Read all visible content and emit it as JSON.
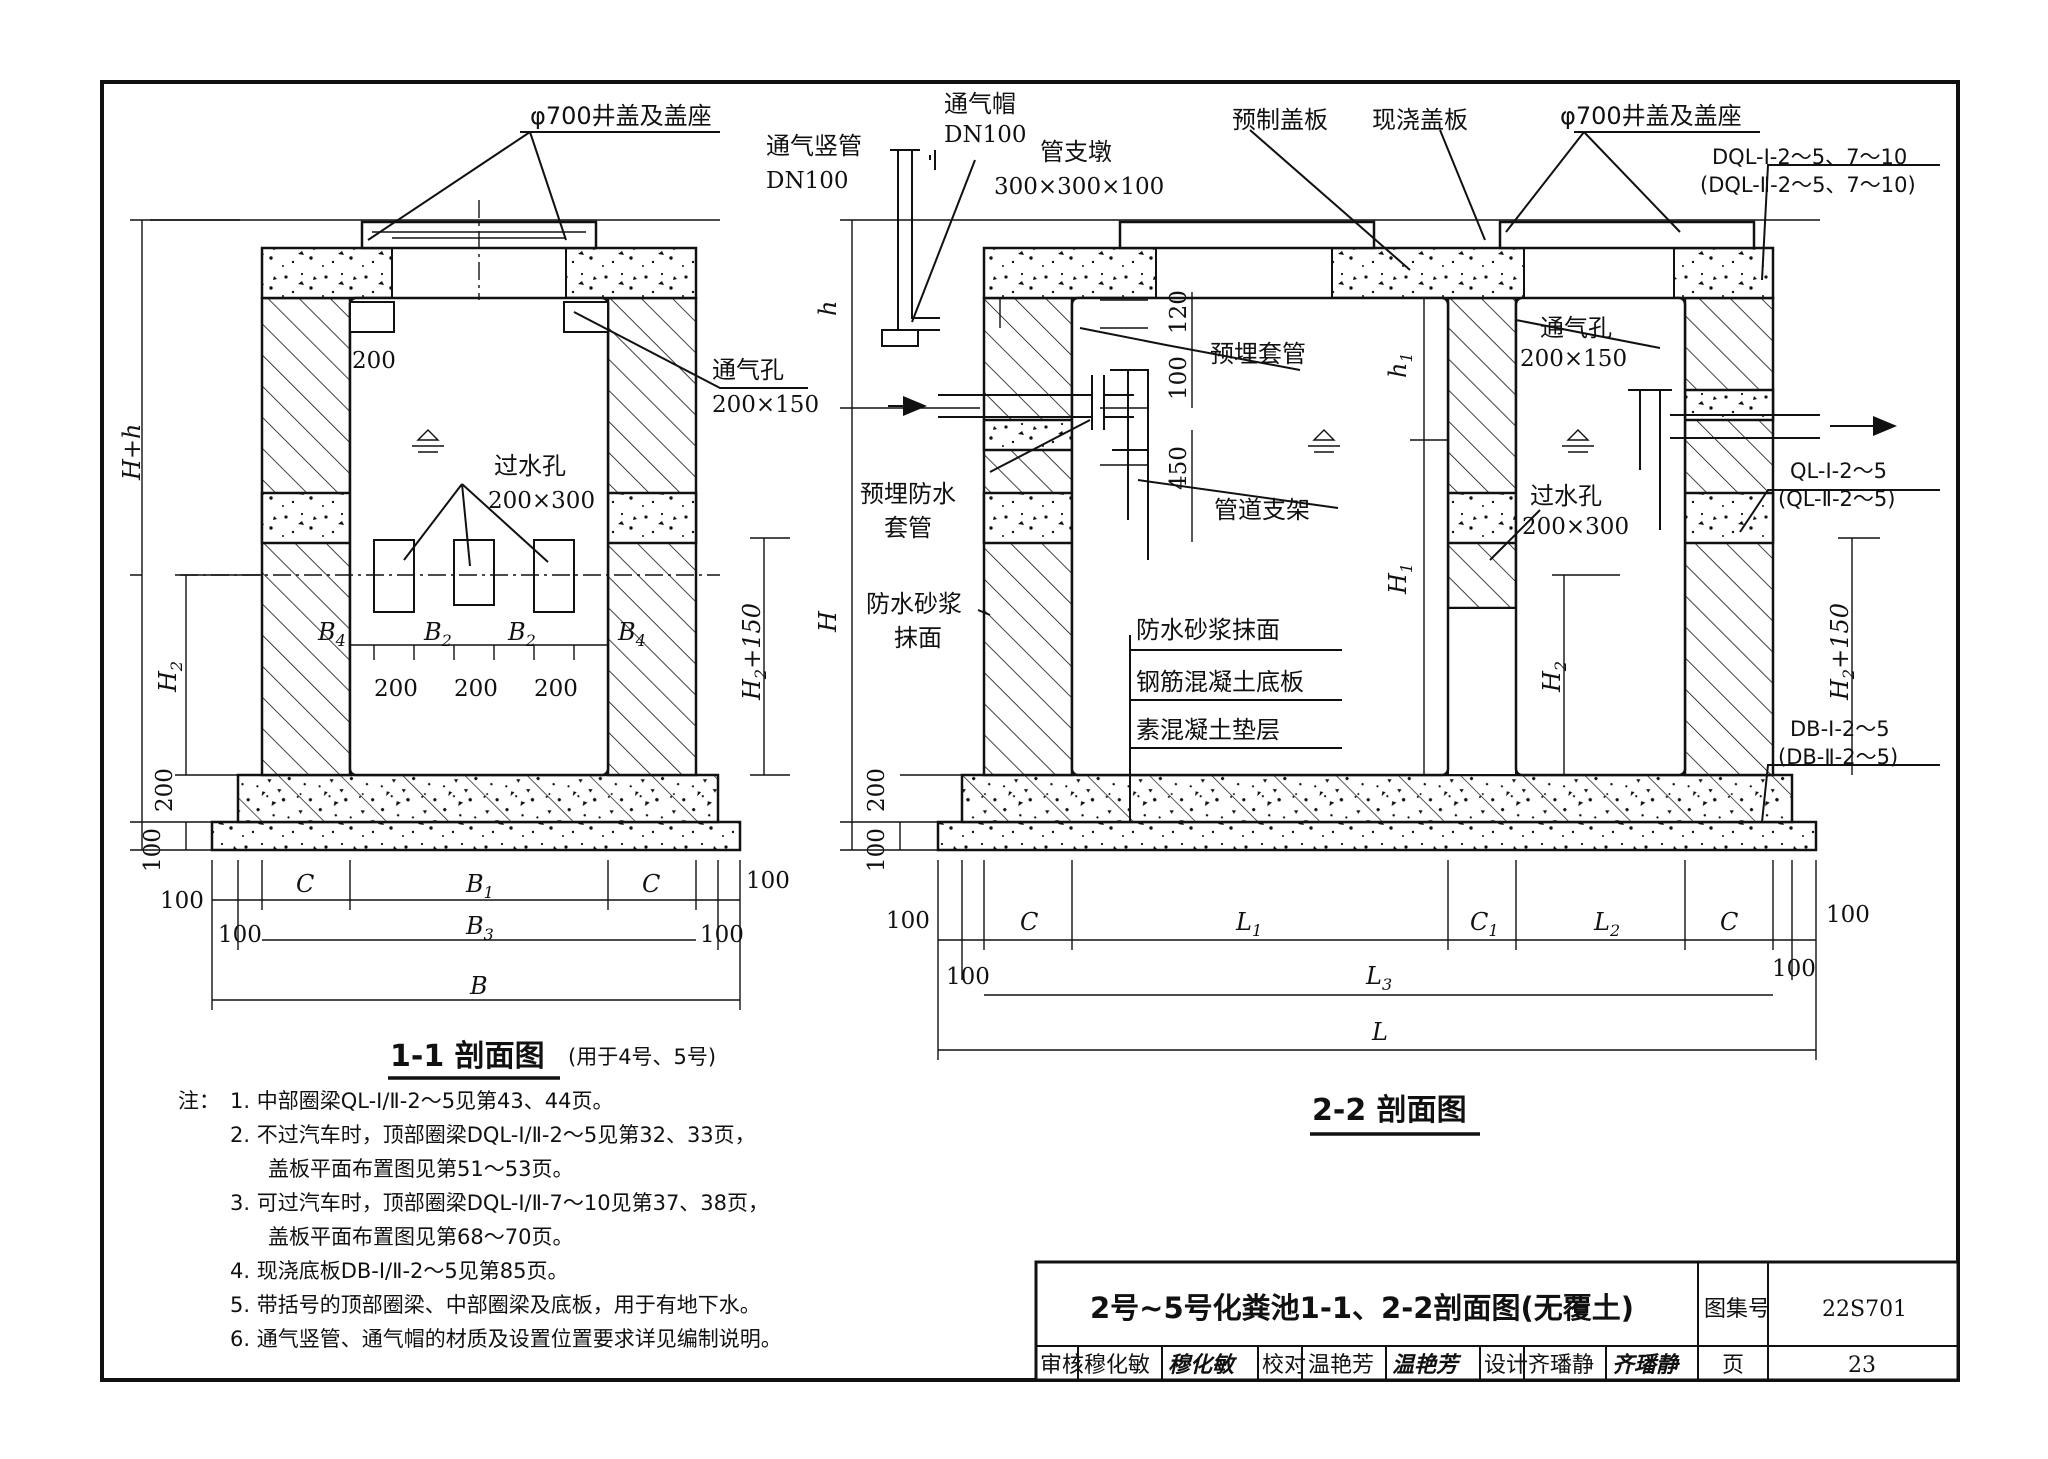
{
  "section_1_1": {
    "title": "1-1 剖面图",
    "title_note": "(用于4号、5号)",
    "cover_label": "φ700井盖及盖座",
    "vent_hole_label": "通气孔",
    "vent_hole_size": "200×150",
    "water_hole_label": "过水孔",
    "water_hole_size": "200×300",
    "dims": {
      "v_total": "H+h",
      "v_h2": "H",
      "v_h2b": "2",
      "v_h2_150": "H",
      "v_h2_150_sub": "2",
      "v_h2_150_rest": "+150",
      "v_200": "200",
      "v_100": "100",
      "d200_top": "200",
      "d200a": "200",
      "d200b": "200",
      "d200c": "200",
      "b4l": "B",
      "b4l_sub": "4",
      "b2l": "B",
      "b2l_sub": "2",
      "b2r": "B",
      "b2r_sub": "2",
      "b4r": "B",
      "b4r_sub": "4",
      "h100l": "100",
      "c_left": "C",
      "b1": "B",
      "b1_sub": "1",
      "c_right": "C",
      "h100r": "100",
      "h100l2": "100",
      "b3": "B",
      "b3_sub": "3",
      "h100r2": "100",
      "b_total": "B"
    }
  },
  "section_2_2": {
    "title": "2-2 剖面图",
    "vent_cap_label": "通气帽",
    "vent_cap_size": "DN100",
    "vent_pipe_label": "通气竖管",
    "vent_pipe_size": "DN100",
    "pipe_pier_label": "管支墩",
    "pipe_pier_size": "300×300×100",
    "precast_cover": "预制盖板",
    "cast_cover": "现浇盖板",
    "cover_label": "φ700井盖及盖座",
    "dql_label_1": "DQL-Ⅰ-2～5、7～10",
    "dql_label_2": "(DQL-Ⅱ-2～5、7～10)",
    "embedded_sleeve": "预埋套管",
    "vent_hole_label": "通气孔",
    "vent_hole_size": "200×150",
    "waterproof_sleeve_1": "预埋防水",
    "waterproof_sleeve_2": "套管",
    "pipe_support": "管道支架",
    "ql_label_1": "QL-Ⅰ-2～5",
    "ql_label_2": "(QL-Ⅱ-2～5)",
    "water_hole_label": "过水孔",
    "water_hole_size": "200×300",
    "mortar_1": "防水砂浆",
    "mortar_2": "抹面",
    "layer_1": "防水砂浆抹面",
    "layer_2": "钢筋混凝土底板",
    "layer_3": "素混凝土垫层",
    "db_label_1": "DB-Ⅰ-2～5",
    "db_label_2": "(DB-Ⅱ-2～5)",
    "dims": {
      "h": "h",
      "h1": "h",
      "h1_sub": "1",
      "H": "H",
      "H1": "H",
      "H1_sub": "1",
      "d120": "120",
      "d100": "100",
      "d450": "450",
      "d200": "200",
      "d100b": "100",
      "h2": "H",
      "h2_sub": "2",
      "h2_150": "H",
      "h2_150_sub": "2",
      "h2_150_rest": "+150",
      "x100l": "100",
      "c": "C",
      "l1": "L",
      "l1_sub": "1",
      "c1": "C",
      "c1_sub": "1",
      "l2": "L",
      "l2_sub": "2",
      "c_r": "C",
      "x100r": "100",
      "x100l2": "100",
      "l3": "L",
      "l3_sub": "3",
      "x100r2": "100",
      "l_total": "L"
    }
  },
  "notes": {
    "prefix": "注：",
    "items": [
      "1. 中部圈梁QL-Ⅰ/Ⅱ-2～5见第43、44页。",
      "2. 不过汽车时，顶部圈梁DQL-Ⅰ/Ⅱ-2～5见第32、33页，",
      "盖板平面布置图见第51～53页。",
      "3. 可过汽车时，顶部圈梁DQL-Ⅰ/Ⅱ-7～10见第37、38页，",
      "盖板平面布置图见第68～70页。",
      "4. 现浇底板DB-Ⅰ/Ⅱ-2～5见第85页。",
      "5. 带括号的顶部圈梁、中部圈梁及底板，用于有地下水。",
      "6. 通气竖管、通气帽的材质及设置位置要求详见编制说明。"
    ]
  },
  "title_block": {
    "drawing_title": "2号~5号化粪池1-1、2-2剖面图(无覆土)",
    "atlas_label": "图集号",
    "atlas_no": "22S701",
    "page_label": "页",
    "page_no": "23",
    "review_label": "审核",
    "review_name": "穆化敏",
    "review_sign": "穆化敏",
    "check_label": "校对",
    "check_name": "温艳芳",
    "check_sign": "温艳芳",
    "design_label": "设计",
    "design_name": "齐璠静",
    "design_sign": "齐璠静"
  }
}
